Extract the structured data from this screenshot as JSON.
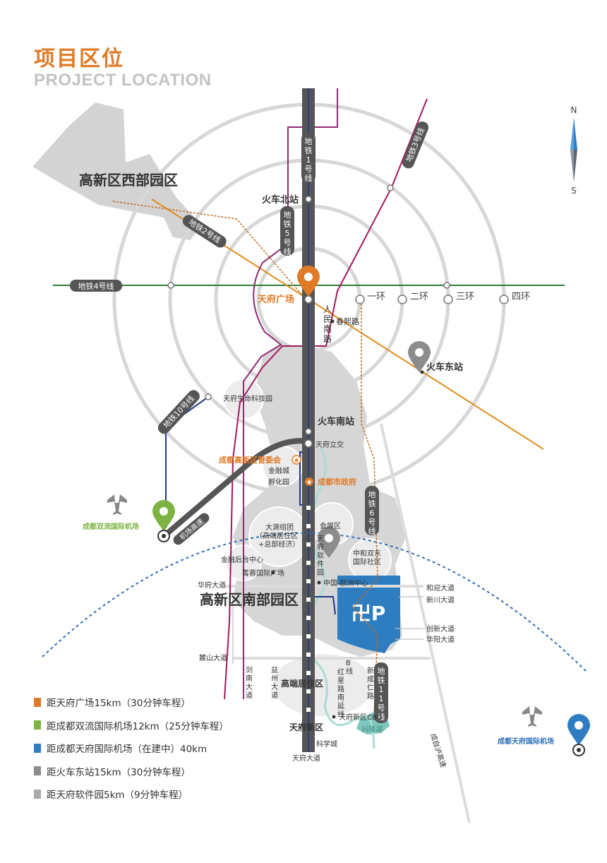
{
  "header": {
    "title_cn": "项目区位",
    "title_en": "PROJECT LOCATION"
  },
  "compass": {
    "north": "N",
    "south": "S"
  },
  "metro_lines": {
    "line1": "地铁1号线",
    "line2": "地铁2号线",
    "line3": "地铁3号线",
    "line4": "地铁4号线",
    "line5": "地铁5号线",
    "line6": "地铁6号线",
    "line10": "地铁10号线",
    "line11": "地铁11号线"
  },
  "rings": {
    "r1": "一环",
    "r2": "二环",
    "r3": "三环",
    "r4": "四环"
  },
  "places": {
    "west_park": "高新区西部园区",
    "south_park": "高新区南部园区",
    "tianfu_square": "天府广场",
    "north_station": "火车北站",
    "east_station": "火车东站",
    "south_station": "火车南站",
    "chunxi_road": "春熙路",
    "renmin_south_road": "人民南路",
    "life_science_park": "天府生命科技园",
    "tianfu_interchange": "天府立交",
    "admin_committee": "成都高新区管委会",
    "city_government": "成都市政府",
    "financial_city": "金融城",
    "incubator": "孵化园",
    "shuangliu_airport": "成都双流国际机场",
    "airport_expressway": "机场高速",
    "dayuan_group": "大源组团",
    "dayuan_sub": "（高端居住区",
    "dayuan_sub2": "+总部经济）",
    "exhibition": "会展区",
    "tianfu_software": "天府软件园",
    "zhonghe": "中和双东",
    "zhonghe2": "国际社区",
    "backoffice": "金融后台中心",
    "furong_plaza": "菁蓉国际广场",
    "sino_euro": "中国-欧洲中心",
    "huafu_ave": "华府大道",
    "heying_ave": "和迎大道",
    "xinchuan_ave": "新川大道",
    "chuangxin_ave": "创新大道",
    "huayang_ave": "华阳大道",
    "lushan_ave": "麓山大道",
    "jiannan_ave": "剑南大道",
    "yizhou_ave": "益州大道",
    "highend_residential": "高端居住区",
    "b_line": "B线",
    "hongxing_ext": "红星路南延线",
    "xincheng_road": "新成仁路",
    "tianfu_cbd": "天府新区CBD",
    "xinglong_lake": "兴隆湖",
    "tianfu_new_area": "天府新区",
    "science_city": "科学城",
    "tianfu_ave": "天府大道",
    "chengzi_expressway": "成自泸高速",
    "tianfu_airport": "成都天府国际机场"
  },
  "legend": [
    {
      "color": "#e07a26",
      "text": "距天府广场15km（30分钟车程）"
    },
    {
      "color": "#7cb342",
      "text": "距成都双流国际机场12km（25分钟车程）"
    },
    {
      "color": "#2e7dc1",
      "text": "距成都天府国际机场（在建中）40km"
    },
    {
      "color": "#8c8c8c",
      "text": "距火车东站15km（30分钟车程）"
    },
    {
      "color": "#a8a8a8",
      "text": "距天府软件园5km（9分钟车程）"
    }
  ],
  "colors": {
    "orange": "#e07a26",
    "green": "#7cb342",
    "blue": "#2e7dc1",
    "gray": "#8c8c8c",
    "line3": "#a3195b",
    "line4": "#2a7d3b",
    "line5": "#8e2a76",
    "line10": "#1d3a8a"
  }
}
